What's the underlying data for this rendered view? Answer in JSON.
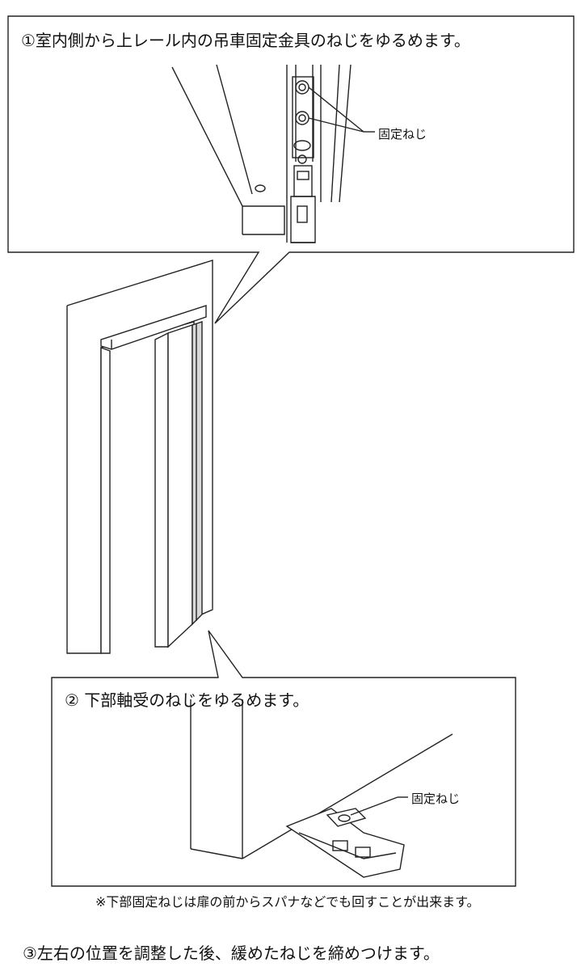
{
  "steps": {
    "step1": "①室内側から上レール内の吊車固定金具のねじをゆるめます。",
    "step2": "② 下部軸受のねじをゆるめます。",
    "note": "※下部固定ねじは扉の前からスパナなどでも回すことが出来ます。",
    "step3": "③左右の位置を調整した後、緩めたねじを締めつけます。"
  },
  "labels": {
    "top_screw": "固定ねじ",
    "bottom_screw": "固定ねじ"
  },
  "colors": {
    "line": "#222222",
    "fill": "#ffffff",
    "shade": "#d9d9d9"
  }
}
